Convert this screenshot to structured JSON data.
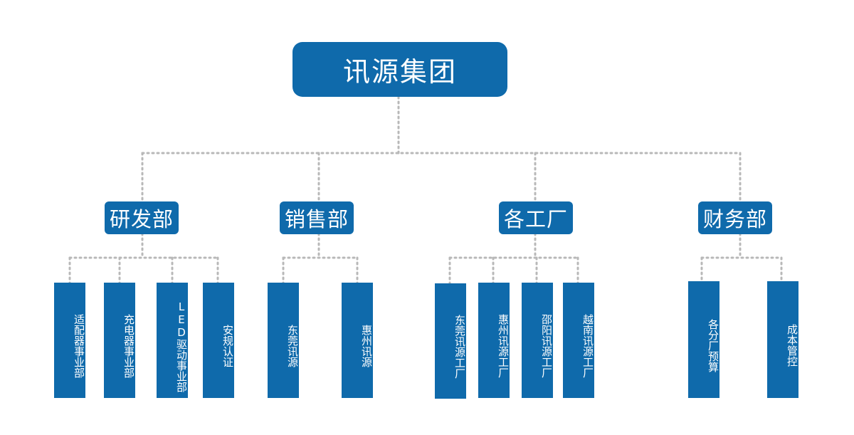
{
  "root": {
    "label": "讯源集团"
  },
  "departments": [
    {
      "label": "研发部",
      "children": [
        "适配器事业部",
        "充电器事业部",
        "LED驱动事业部",
        "安规认证"
      ]
    },
    {
      "label": "销售部",
      "children": [
        "东莞讯源",
        "惠州讯源"
      ]
    },
    {
      "label": "各工厂",
      "children": [
        "东莞讯源工厂",
        "惠州讯源工厂",
        "邵阳讯源工厂",
        "越南讯源工厂"
      ]
    },
    {
      "label": "财务部",
      "children": [
        "各分厂预算",
        "成本管控"
      ]
    }
  ],
  "colors": {
    "box": "#0f6aab",
    "connector": "#b8b8b8",
    "text": "#ffffff"
  }
}
